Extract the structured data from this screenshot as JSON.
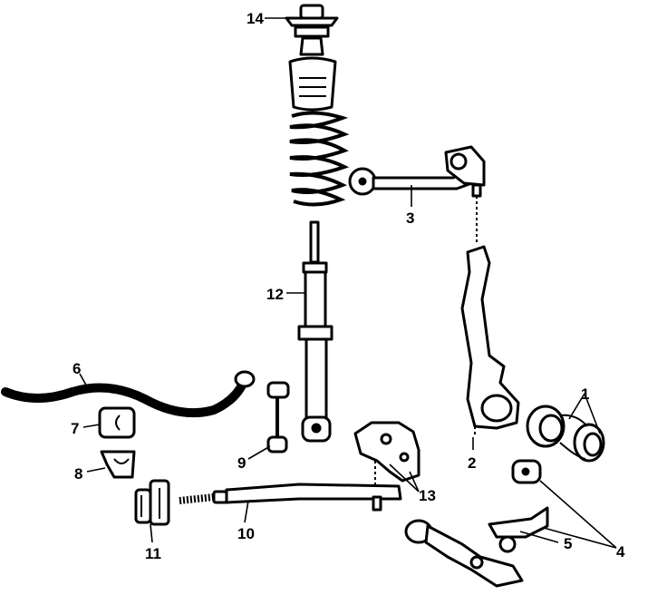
{
  "diagram": {
    "background_color": "#ffffff",
    "ink_color": "#000000",
    "callouts": [
      {
        "id": "1",
        "label": "1"
      },
      {
        "id": "2",
        "label": "2"
      },
      {
        "id": "3",
        "label": "3"
      },
      {
        "id": "4",
        "label": "4"
      },
      {
        "id": "5",
        "label": "5"
      },
      {
        "id": "6",
        "label": "6"
      },
      {
        "id": "7",
        "label": "7"
      },
      {
        "id": "8",
        "label": "8"
      },
      {
        "id": "9",
        "label": "9"
      },
      {
        "id": "10",
        "label": "10"
      },
      {
        "id": "11",
        "label": "11"
      },
      {
        "id": "12",
        "label": "12"
      },
      {
        "id": "13",
        "label": "13"
      },
      {
        "id": "14",
        "label": "14"
      }
    ]
  }
}
